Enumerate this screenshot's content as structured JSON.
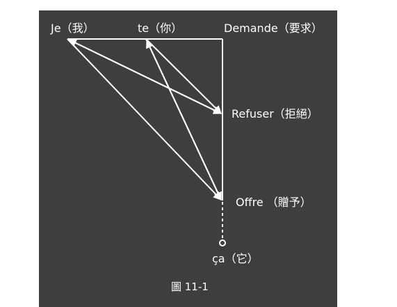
{
  "labels": {
    "je": "Je（我）",
    "te": "te（你）",
    "demande": "Demande（要求）",
    "refuser": "Refuser（拒絕）",
    "offre": "Offre （贈予）",
    "ca": "ça（它）"
  },
  "caption": "圖 11-1",
  "colors": {
    "panel_background": "#3e3e3e",
    "page_background": "#ffffff",
    "line": "#ffffff"
  }
}
